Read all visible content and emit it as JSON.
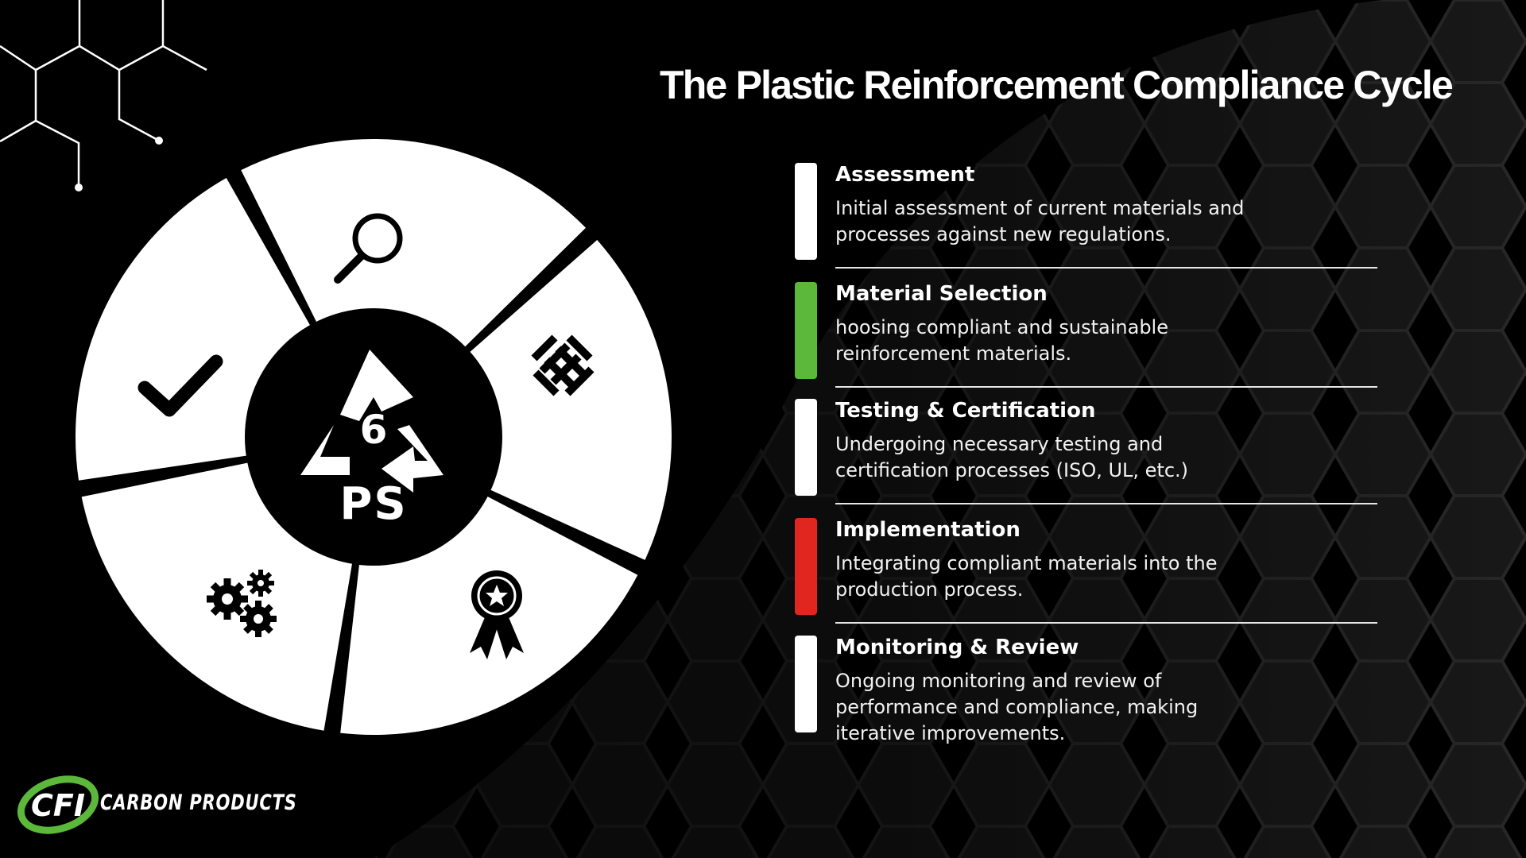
{
  "title": "The Plastic Reinforcement Compliance Cycle",
  "center": {
    "code": "6",
    "label": "PS"
  },
  "wheel_segments": [
    {
      "icon": "magnifier-icon"
    },
    {
      "icon": "weave-icon"
    },
    {
      "icon": "award-ribbon-icon"
    },
    {
      "icon": "gears-icon"
    },
    {
      "icon": "checkmark-icon"
    }
  ],
  "steps": [
    {
      "title": "Assessment",
      "description": "Initial assessment of current materials and processes against new regulations.",
      "accent": "#ffffff"
    },
    {
      "title": "Material Selection",
      "description": "hoosing compliant and sustainable reinforcement materials.",
      "accent": "#5cb83a"
    },
    {
      "title": "Testing & Certification",
      "description": "Undergoing necessary testing and certification processes (ISO, UL, etc.)",
      "accent": "#ffffff"
    },
    {
      "title": "Implementation",
      "description": "Integrating compliant materials into the production process.",
      "accent": "#e0261f"
    },
    {
      "title": "Monitoring & Review",
      "description": "Ongoing monitoring and review of performance and compliance, making iterative improvements.",
      "accent": "#ffffff"
    }
  ],
  "brand": {
    "logo_text": "CFI",
    "name": "CARBON PRODUCTS",
    "accent": "#5cb83a"
  },
  "colors": {
    "background": "#000000",
    "wheel": "#ffffff"
  }
}
